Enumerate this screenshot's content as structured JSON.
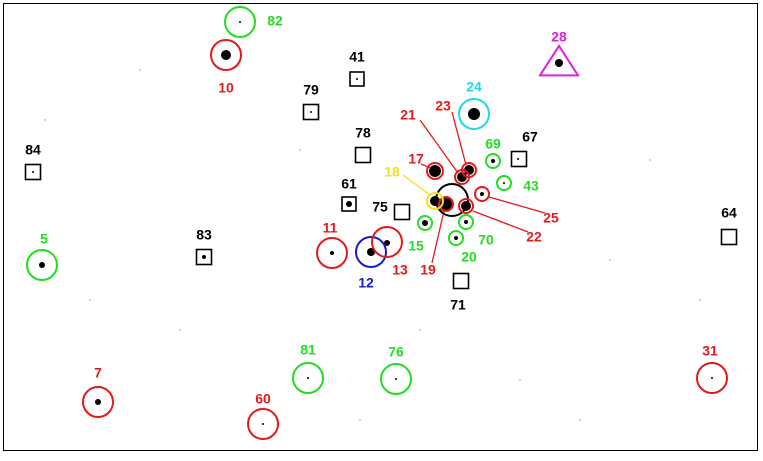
{
  "colors": {
    "red": "#e41a1a",
    "green": "#22dd22",
    "black": "#000000",
    "blue": "#1a1acc",
    "cyan": "#22d8e0",
    "yellow": "#f0e21e",
    "magenta": "#e020e0"
  },
  "objects": [
    {
      "id": "82",
      "label": "82",
      "shape": "circle",
      "color": "green"
    },
    {
      "id": "10",
      "label": "10",
      "shape": "circle",
      "color": "red"
    },
    {
      "id": "41",
      "label": "41",
      "shape": "square",
      "color": "black"
    },
    {
      "id": "28",
      "label": "28",
      "shape": "triangle",
      "color": "magenta"
    },
    {
      "id": "79",
      "label": "79",
      "shape": "square",
      "color": "black"
    },
    {
      "id": "24",
      "label": "24",
      "shape": "circle",
      "color": "cyan"
    },
    {
      "id": "78",
      "label": "78",
      "shape": "square",
      "color": "black"
    },
    {
      "id": "67",
      "label": "67",
      "shape": "square",
      "color": "black"
    },
    {
      "id": "84",
      "label": "84",
      "shape": "square",
      "color": "black"
    },
    {
      "id": "69",
      "label": "69",
      "shape": "circle",
      "color": "green"
    },
    {
      "id": "43",
      "label": "43",
      "shape": "circle",
      "color": "green"
    },
    {
      "id": "61",
      "label": "61",
      "shape": "square",
      "color": "black"
    },
    {
      "id": "75",
      "label": "75",
      "shape": "square",
      "color": "black"
    },
    {
      "id": "64",
      "label": "64",
      "shape": "square",
      "color": "black"
    },
    {
      "id": "5",
      "label": "5",
      "shape": "circle",
      "color": "green"
    },
    {
      "id": "83",
      "label": "83",
      "shape": "square",
      "color": "black"
    },
    {
      "id": "11",
      "label": "11",
      "shape": "circle",
      "color": "red"
    },
    {
      "id": "12",
      "label": "12",
      "shape": "circle",
      "color": "blue"
    },
    {
      "id": "13",
      "label": "13",
      "shape": "circle",
      "color": "red"
    },
    {
      "id": "15",
      "label": "15",
      "shape": "circle",
      "color": "green"
    },
    {
      "id": "70",
      "label": "70",
      "shape": "circle",
      "color": "green"
    },
    {
      "id": "20",
      "label": "20",
      "shape": "circle",
      "color": "green"
    },
    {
      "id": "71",
      "label": "71",
      "shape": "square",
      "color": "black"
    },
    {
      "id": "25",
      "label": "25",
      "shape": "circle",
      "color": "red"
    },
    {
      "id": "22",
      "label": "22",
      "shape": "circle",
      "color": "red"
    },
    {
      "id": "19",
      "label": "19",
      "shape": "circle",
      "color": "red"
    },
    {
      "id": "17",
      "label": "17",
      "shape": "circle",
      "color": "red"
    },
    {
      "id": "18",
      "label": "18",
      "shape": "circle",
      "color": "yellow"
    },
    {
      "id": "21",
      "label": "21",
      "shape": "circle",
      "color": "red"
    },
    {
      "id": "23",
      "label": "23",
      "shape": "circle",
      "color": "red"
    },
    {
      "id": "81",
      "label": "81",
      "shape": "circle",
      "color": "green"
    },
    {
      "id": "76",
      "label": "76",
      "shape": "circle",
      "color": "green"
    },
    {
      "id": "7",
      "label": "7",
      "shape": "circle",
      "color": "red"
    },
    {
      "id": "60",
      "label": "60",
      "shape": "circle",
      "color": "red"
    },
    {
      "id": "31",
      "label": "31",
      "shape": "circle",
      "color": "red"
    }
  ]
}
